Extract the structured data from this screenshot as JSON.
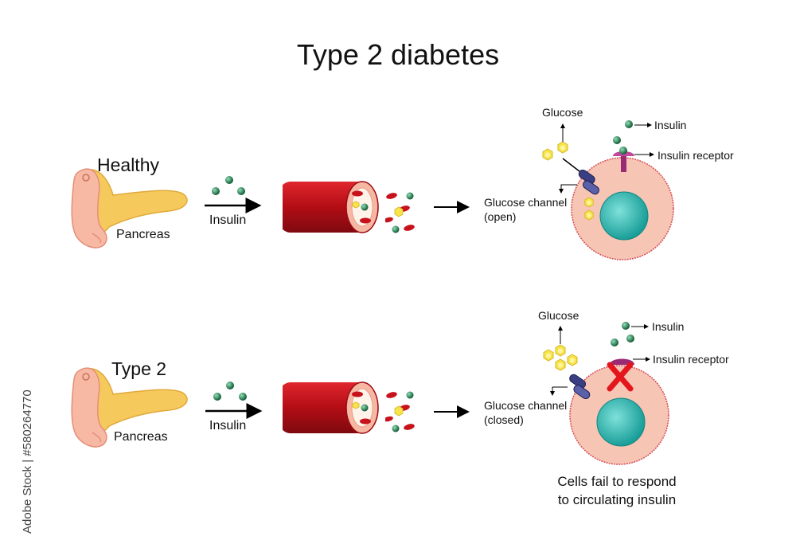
{
  "title": "Type 2 diabetes",
  "healthy": {
    "label": "Healthy",
    "organ_label": "Pancreas",
    "hormone_label": "Insulin",
    "glucose_label": "Glucose",
    "insulin_label": "Insulin",
    "receptor_label": "Insulin receptor",
    "channel_label": "Glucose channel",
    "channel_state": "(open)"
  },
  "type2": {
    "label": "Type 2",
    "organ_label": "Pancreas",
    "hormone_label": "Insulin",
    "glucose_label": "Glucose",
    "insulin_label": "Insulin",
    "receptor_label": "Insulin receptor",
    "channel_label": "Glucose channel",
    "channel_state": "(closed)",
    "caption_line1": "Cells fail to respond",
    "caption_line2": "to circulating insulin"
  },
  "side_text": "Adobe Stock | #580264770",
  "colors": {
    "pancreas": "#f6c95c",
    "pancreas_head": "#f7b8a4",
    "vessel": "#c5101a",
    "cell": "#f7c5b4",
    "nucleus": "#26b5b0",
    "insulin": "#1e7a4e",
    "glucose": "#f7e34a",
    "channel": "#3a3f83",
    "receptor": "#9b2a74",
    "block": "#e4161d"
  }
}
